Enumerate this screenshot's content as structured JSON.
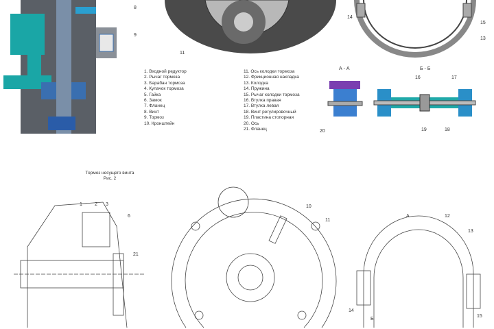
{
  "legend_left": [
    "1. Входной редуктор",
    "2. Рычаг тормоза",
    "3. Барабан тормоза",
    "4. Кулачок тормоза",
    "5. Гайка",
    "6. Замок",
    "7. Фланец",
    "8. Винт",
    "9. Тормоз",
    "10. Кронштейн"
  ],
  "legend_right": [
    "11. Ось колодки тормоза",
    "12. Фрикционная накладка",
    "13. Колодка",
    "14. Пружина",
    "15. Рычаг колодки тормоза",
    "16. Втулка правая",
    "17. Втулка левая",
    "18. Винт регулировочный",
    "19. Пластина стопорная",
    "20. Ось",
    "21. Фланец"
  ],
  "section_aa": "А - А",
  "section_bb": "Б - Б",
  "caption_title": "Тормоз несущего винта",
  "caption_fig": "Рис. 2",
  "callouts_top": {
    "c8": "8",
    "c9": "9",
    "c11": "11",
    "c14": "14",
    "c15": "15",
    "c13": "13",
    "c16": "16",
    "c17": "17",
    "c19": "19",
    "c18": "18",
    "c20": "20"
  },
  "callouts_bottom": {
    "c1": "1",
    "c2": "2",
    "c3": "3",
    "c6": "6",
    "c10": "10",
    "c11": "11",
    "c12": "12",
    "c13": "13",
    "c14": "14",
    "c15": "15",
    "c21": "21",
    "cA": "A",
    "cB": "Б"
  }
}
